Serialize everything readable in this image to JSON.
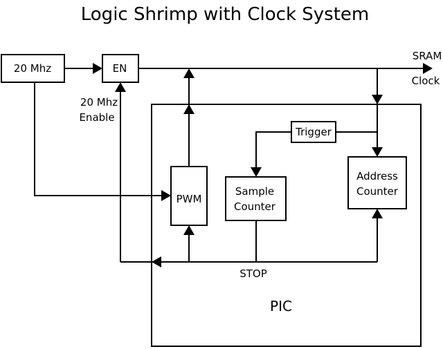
{
  "title": "Logic Shrimp with Clock System",
  "blocks": {
    "osc": "20 Mhz",
    "en": "EN",
    "pwm": "PWM",
    "trigger": "Trigger",
    "sample_counter_line1": "Sample",
    "sample_counter_line2": "Counter",
    "address_counter_line1": "Address",
    "address_counter_line2": "Counter",
    "pic": "PIC"
  },
  "labels": {
    "enable_line1": "20 Mhz",
    "enable_line2": "Enable",
    "sram_line1": "SRAM",
    "sram_line2": "Clock",
    "stop": "STOP"
  }
}
